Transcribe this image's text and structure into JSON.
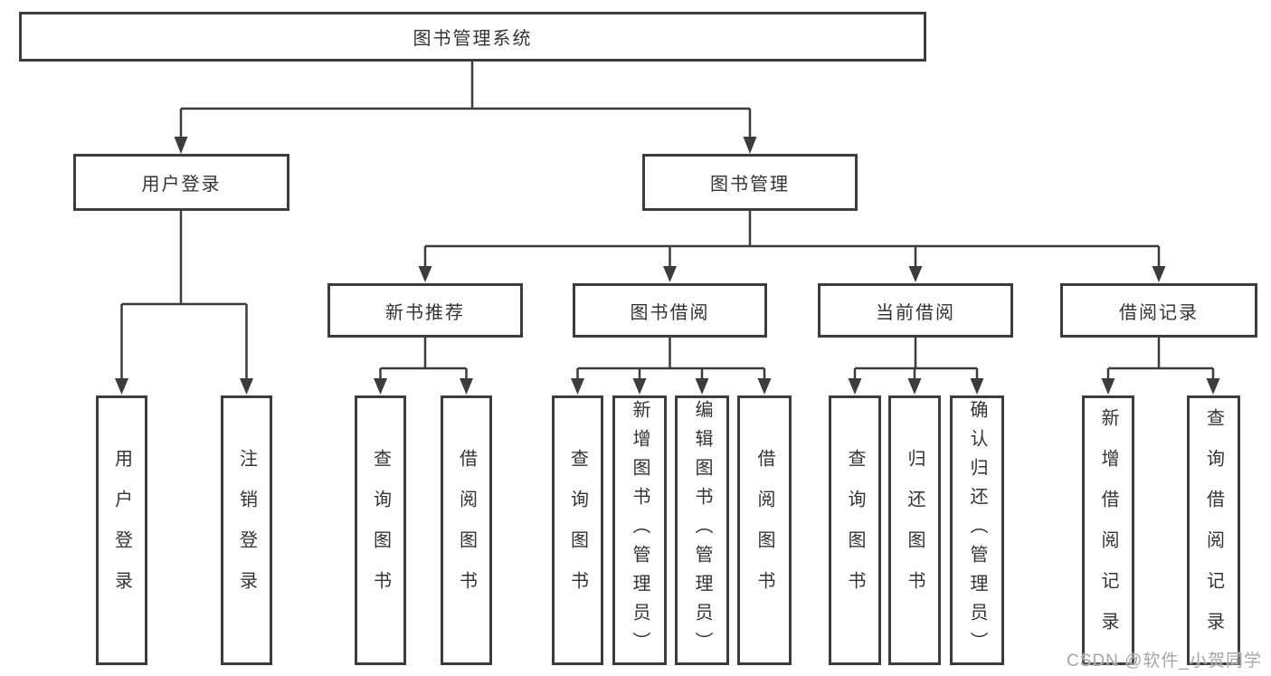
{
  "title": "图书管理系统",
  "branches": {
    "user": {
      "label": "用户登录",
      "leaves": [
        "用户登录",
        "注销登录"
      ]
    },
    "book": {
      "label": "图书管理",
      "sections": [
        {
          "label": "新书推荐",
          "leaves": [
            "查询图书",
            "借阅图书"
          ]
        },
        {
          "label": "图书借阅",
          "leaves": [
            "查询图书",
            "新增图书（管理员）",
            "编辑图书（管理员）",
            "借阅图书"
          ]
        },
        {
          "label": "当前借阅",
          "leaves": [
            "查询图书",
            "归还图书",
            "确认归还（管理员）"
          ]
        },
        {
          "label": "借阅记录",
          "leaves": [
            "新增借阅记录",
            "查询借阅记录"
          ]
        }
      ]
    }
  },
  "watermark": "CSDN @软件_小贺同学",
  "colors": {
    "line": "#3c3c3c",
    "text": "#333333",
    "watermark": "#a6a6a6",
    "background": "#ffffff"
  }
}
